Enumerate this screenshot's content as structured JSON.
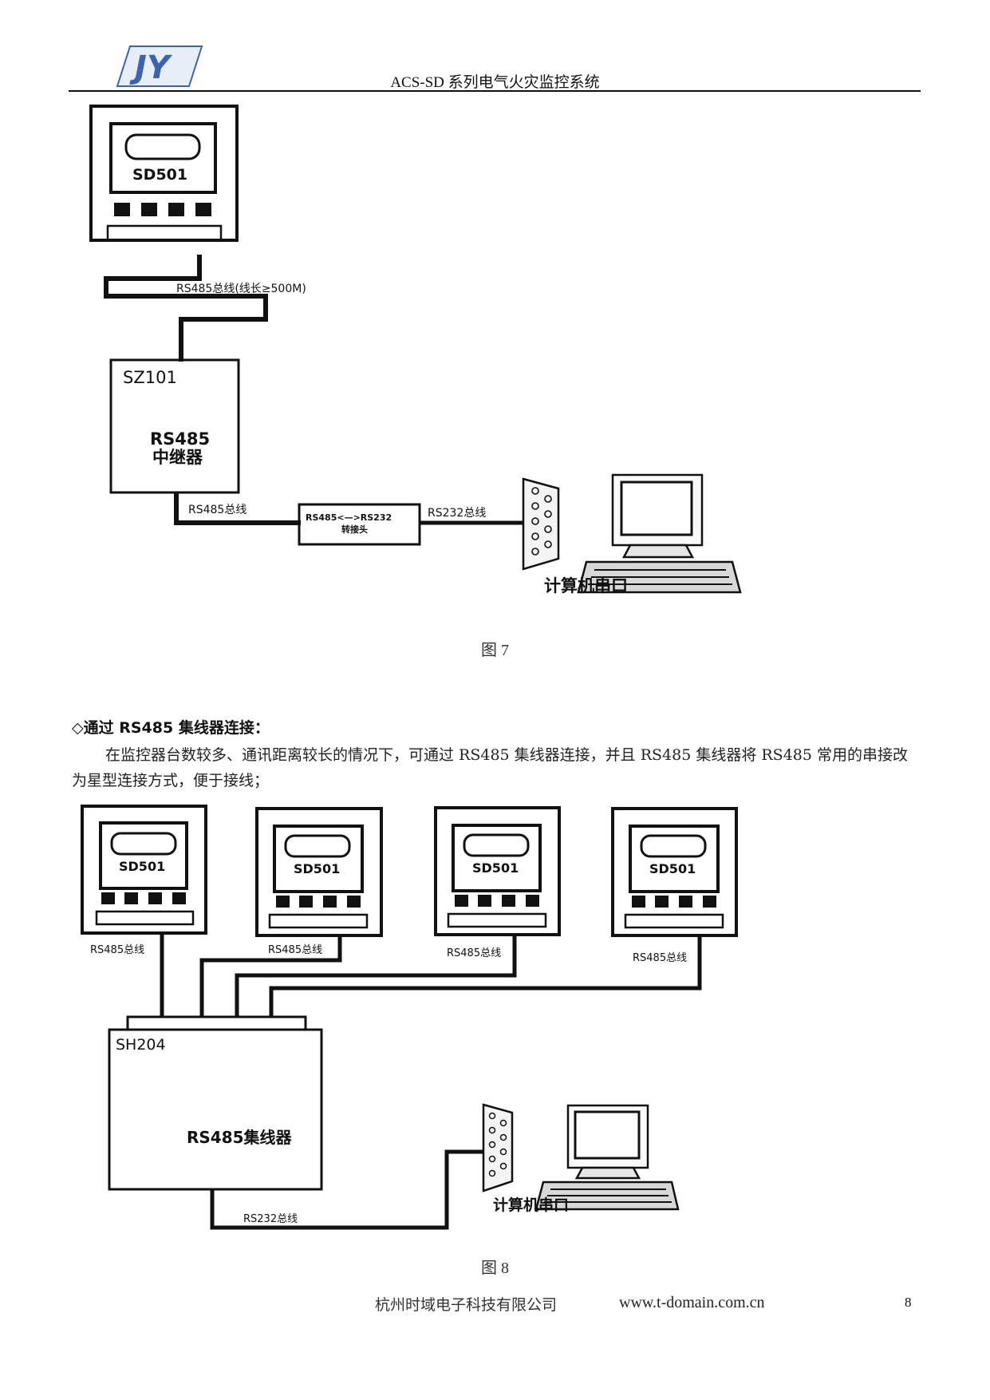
{
  "header": {
    "logo_text": "JY",
    "title": "ACS-SD 系列电气火灾监控系统"
  },
  "figure7": {
    "monitor_label": "SD501",
    "bus_label_1": "RS485总线(线长≥500M)",
    "repeater_model": "SZ101",
    "repeater_line1": "RS485",
    "repeater_line2": "中继器",
    "bus_label_2": "RS485总线",
    "converter_line1": "RS485<—>RS232",
    "converter_line2": "转接头",
    "bus_label_3": "RS232总线",
    "computer_label": "计算机串口",
    "caption": "图 7"
  },
  "section": {
    "heading": "◇通过 RS485 集线器连接：",
    "paragraph": "在监控器台数较多、通讯距离较长的情况下，可通过 RS485 集线器连接，并且 RS485 集线器将 RS485 常用的串接改为星型连接方式，便于接线；"
  },
  "figure8": {
    "monitor_labels": [
      "SD501",
      "SD501",
      "SD501",
      "SD501"
    ],
    "bus_labels": [
      "RS485总线",
      "RS485总线",
      "RS485总线",
      "RS485总线"
    ],
    "hub_model": "SH204",
    "hub_label": "RS485集线器",
    "rs232_label": "RS232总线",
    "computer_label": "计算机串口",
    "caption": "图 8"
  },
  "footer": {
    "company": "杭州时域电子科技有限公司",
    "url": "www.t-domain.com.cn",
    "page_number": "8"
  }
}
